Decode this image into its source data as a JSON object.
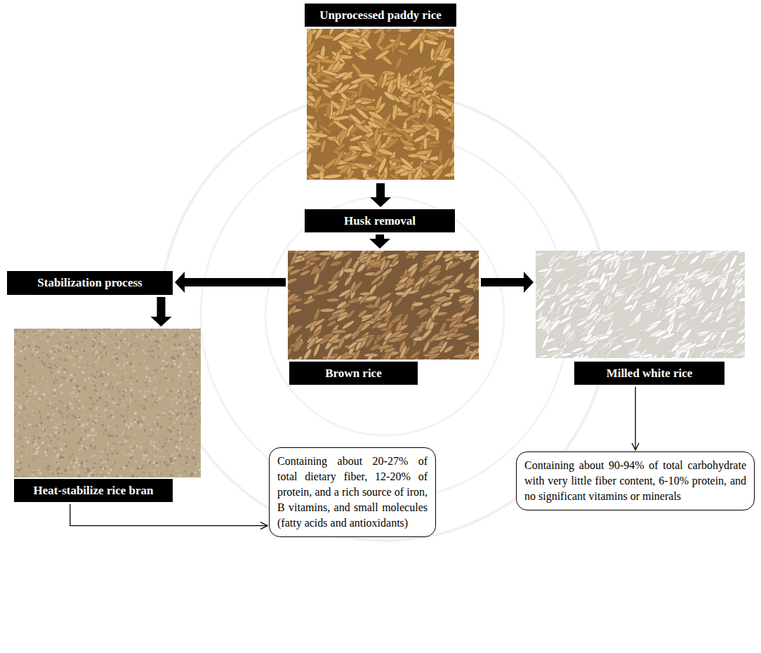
{
  "diagram": {
    "nodes": [
      {
        "text": [
          "Unprocessed paddy rice"
        ]
      },
      {
        "text": [
          "Husk removal"
        ]
      },
      {
        "text": [
          "Stabilization process"
        ]
      },
      {
        "text": [
          "Brown rice"
        ]
      },
      {
        "text": [
          "Milled white rice"
        ]
      },
      {
        "text": [
          "Heat-stabilize rice bran"
        ]
      },
      {
        "text": [
          "Containing about 20-27% of total dietary fiber, 12-20% of protein, and a rich source of iron, B vitamins, and small molecules (fatty acids and antioxidants)"
        ]
      },
      {
        "text": [
          "Containing about 90-94% of total carbohydrate with very little fiber content, 6-10% protein, and no significant vitamins or minerals"
        ]
      }
    ],
    "edges": [
      {
        "from": 0,
        "to": 1,
        "arrow": "to"
      },
      {
        "from": 1,
        "to": 3,
        "arrow": "to"
      },
      {
        "from": 3,
        "to": 2,
        "arrow": "to"
      },
      {
        "from": 3,
        "to": 4,
        "arrow": "to"
      },
      {
        "from": 2,
        "to": 5,
        "arrow": "to"
      },
      {
        "from": 4,
        "to": 7,
        "arrow": "to"
      },
      {
        "from": 5,
        "to": 6,
        "arrow": "to"
      }
    ]
  }
}
